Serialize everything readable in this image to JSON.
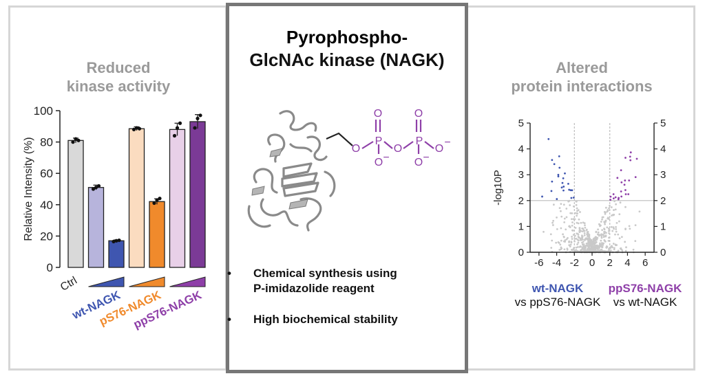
{
  "left": {
    "title_line1": "Reduced",
    "title_line2": "kinase activity",
    "chart": {
      "ylabel": "Relative Intensity (%)",
      "ylim": [
        0,
        100
      ],
      "yticks": [
        "0",
        "20",
        "40",
        "60",
        "80",
        "100"
      ],
      "bars": [
        {
          "label": "Ctrl",
          "value": 81,
          "err": 1.5,
          "color": "#d9d9d9",
          "points": [
            80,
            82,
            81
          ]
        },
        {
          "label": "wt-NAGK low",
          "value": 51,
          "err": 1.5,
          "color": "#b7b4dc",
          "points": [
            50,
            51,
            52
          ]
        },
        {
          "label": "wt-NAGK high",
          "value": 17,
          "err": 0.5,
          "color": "#3f56b0",
          "points": [
            16.5,
            17,
            17.3
          ]
        },
        {
          "label": "pS76-NAGK low",
          "value": 88.5,
          "err": 1.2,
          "color": "#fbdcc0",
          "points": [
            88,
            89,
            88.5
          ]
        },
        {
          "label": "pS76-NAGK high",
          "value": 42,
          "err": 1.8,
          "color": "#f08a2c",
          "points": [
            41,
            43,
            44
          ]
        },
        {
          "label": "ppS76-NAGK low",
          "value": 88,
          "err": 4,
          "color": "#e8d0e8",
          "points": [
            84,
            89,
            92
          ]
        },
        {
          "label": "ppS76-NAGK high",
          "value": 93,
          "err": 4.5,
          "color": "#7b3a96",
          "points": [
            89,
            95,
            97
          ]
        }
      ],
      "ctrl_label": "Ctrl",
      "groups": [
        {
          "name": "wt-NAGK",
          "color": "#3f56b0"
        },
        {
          "name": "pS76-NAGK",
          "color": "#f08a2c"
        },
        {
          "name": "ppS76-NAGK",
          "color": "#8e3fa8"
        }
      ]
    }
  },
  "middle": {
    "title_line1": "Pyrophospho-",
    "title_line2": "GlcNAc kinase (NAGK)",
    "title_color1": "#8e3fa8",
    "molecule": {
      "P1": "P",
      "P2": "P",
      "O": "O",
      "Ominus": "O",
      "minus": "−"
    },
    "bullets": [
      {
        "line1": "Chemical synthesis using",
        "line2": "P-imidazolide reagent"
      },
      {
        "line1": "High biochemical stability",
        "line2": ""
      }
    ],
    "bullet_symbol": "•"
  },
  "right": {
    "title_line1": "Altered",
    "title_line2": "protein interactions",
    "volcano": {
      "ylabel": "-log10P",
      "xticks": [
        "-6",
        "-4",
        "-2",
        "0",
        "2",
        "4",
        "6"
      ],
      "yticks": [
        "0",
        "1",
        "2",
        "3",
        "4",
        "5"
      ],
      "xlim": [
        -7,
        7
      ],
      "ylim": [
        0,
        5
      ],
      "threshold_y": 2,
      "threshold_x": [
        -2,
        2
      ]
    },
    "legend": {
      "left_name": "wt-NAGK",
      "left_vs": "vs ppS76-NAGK",
      "left_color": "#3f56b0",
      "right_name": "ppS76-NAGK",
      "right_vs": "vs wt-NAGK",
      "right_color": "#8e3fa8"
    }
  }
}
